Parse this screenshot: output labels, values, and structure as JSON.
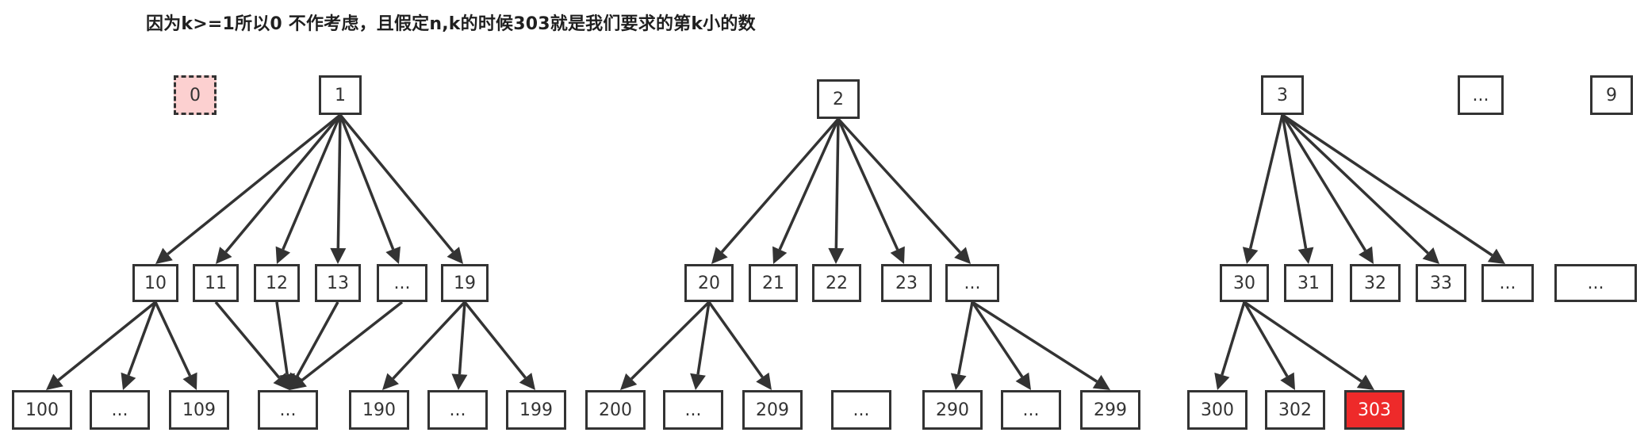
{
  "caption": "因为k>=1所以0 不作考虑，且假定n,k的时候303就是我们要求的第k小的数",
  "nodes": {
    "r0": "0",
    "r1": "1",
    "r2": "2",
    "r3": "3",
    "rdots": "...",
    "r9": "9",
    "n10": "10",
    "n11": "11",
    "n12": "12",
    "n13": "13",
    "n1dots": "...",
    "n19": "19",
    "n20": "20",
    "n21": "21",
    "n22": "22",
    "n23": "23",
    "n2dots": "...",
    "n30": "30",
    "n31": "31",
    "n32": "32",
    "n33": "33",
    "n3dots": "...",
    "n3dots2": "...",
    "l100": "100",
    "l10dots": "...",
    "l109": "109",
    "lmid": "...",
    "l190": "190",
    "l19dots": "...",
    "l199": "199",
    "l200": "200",
    "l20dots": "...",
    "l209": "209",
    "l2gap": "...",
    "l290": "290",
    "l29dots": "...",
    "l299": "299",
    "l300": "300",
    "l302": "302",
    "l303": "303"
  },
  "colors": {
    "stroke": "#333333",
    "skipped_fill": "#fcd0d0",
    "target_fill": "#ee2a2a",
    "target_text": "#ffffff"
  }
}
